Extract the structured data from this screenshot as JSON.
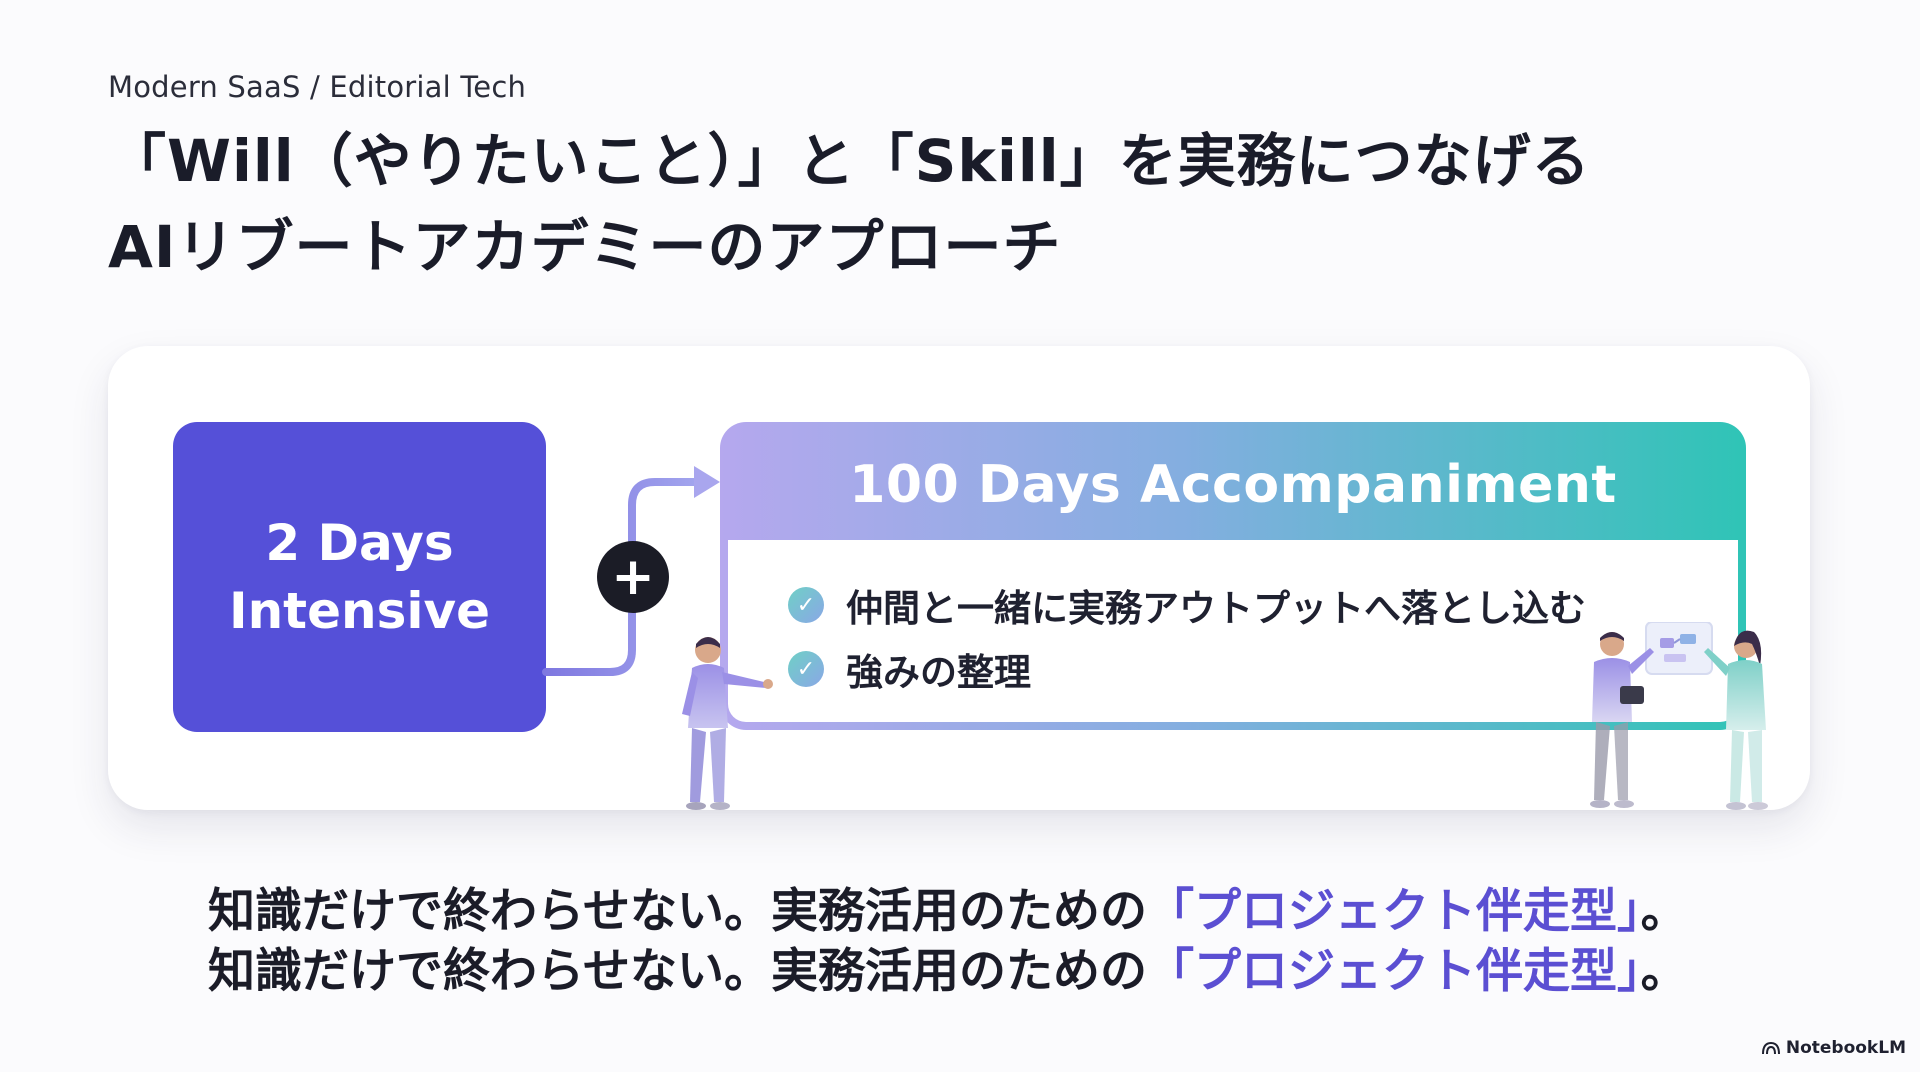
{
  "eyebrow": "Modern SaaS / Editorial Tech",
  "title": {
    "line1": "「Will（やりたいこと）」と「Skill」を実務につなげる",
    "line2": "AIリブートアカデミーのアプローチ"
  },
  "intensive": {
    "label": "2 Days\nIntensive"
  },
  "connector": {
    "symbol": "+"
  },
  "accompaniment": {
    "title": "100 Days Accompaniment",
    "items": [
      "仲間と一緒に実務アウトプットへ落とし込む",
      "強みの整理"
    ]
  },
  "tagline": {
    "prefix": "知識だけで終わらせない。実務活用のための",
    "highlight": "「プロジェクト伴走型」",
    "suffix": "。"
  },
  "brand": {
    "name": "NotebookLM"
  },
  "colors": {
    "intensive_bg": "#5550d8",
    "gradient_start": "#b5a8ee",
    "gradient_end": "#2fc4b6",
    "highlight": "#5b4fd2"
  }
}
